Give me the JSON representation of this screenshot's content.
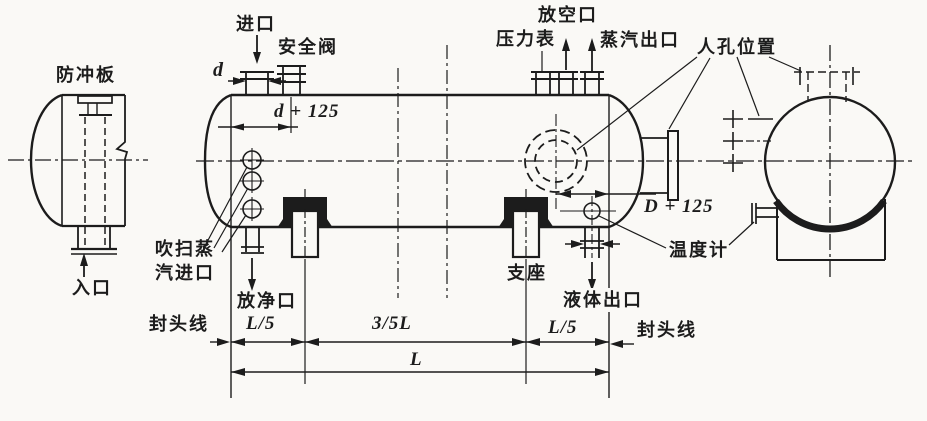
{
  "page": {
    "ink_color": "#1c1c1c",
    "paper_color": "#faf9f6"
  },
  "labels": {
    "anti_impact_plate": "防冲板",
    "inlet_bottom": "入口",
    "inlet_top": "进口",
    "safety_valve": "安全阀",
    "pressure_gauge": "压力表",
    "vent_port": "放空口",
    "steam_outlet": "蒸汽出口",
    "manhole_position": "人孔位置",
    "purge_steam_inlet": "吹扫蒸\n汽进口",
    "drain_port": "放净口",
    "support_saddle": "支座",
    "liquid_outlet": "液体出口",
    "thermometer": "温度计",
    "head_line_left": "封头线",
    "head_line_right": "封头线"
  },
  "dimensions": {
    "nozzle_diameter": "d",
    "d_plus_125": "d + 125",
    "D_plus_125": "D + 125",
    "left_span": "L/5",
    "middle_span": "3/5L",
    "right_span": "L/5",
    "total_length": "L"
  }
}
